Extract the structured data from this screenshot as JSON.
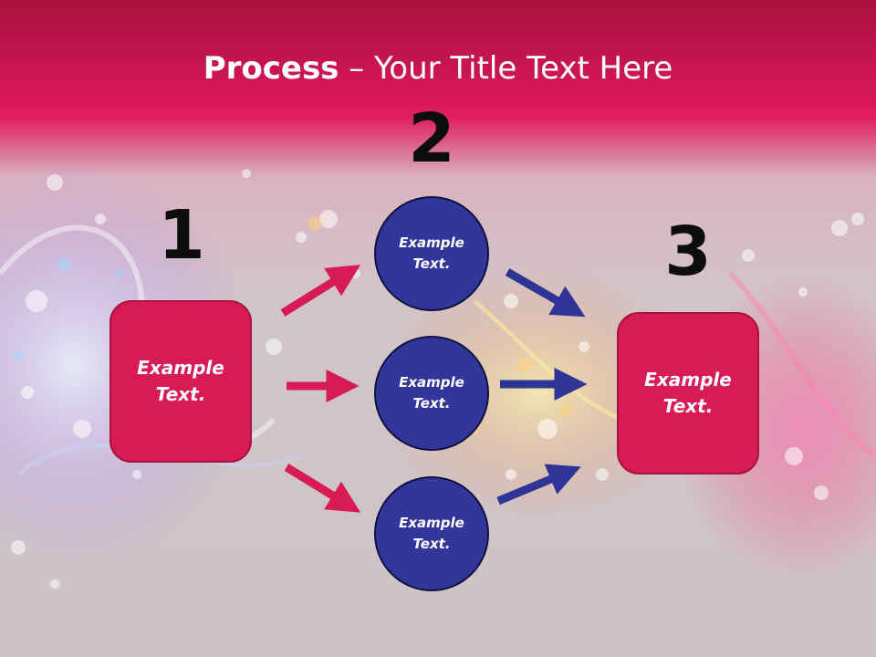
{
  "title": {
    "bold": "Process",
    "rest": " – Your Title Text Here"
  },
  "steps": [
    {
      "number": "1",
      "label": "Example\nText."
    },
    {
      "number": "2",
      "label": "Example\nText."
    },
    {
      "number": "3",
      "label": "Example\nText."
    }
  ],
  "circles": [
    {
      "label": "Example\nText."
    },
    {
      "label": "Example\nText."
    },
    {
      "label": "Example\nText."
    }
  ],
  "colors": {
    "header": "#d8175a",
    "box_fill": "#d81b57",
    "circle_fill": "#32359a",
    "arrow_pink": "#d81b57",
    "arrow_blue": "#2f3596"
  }
}
